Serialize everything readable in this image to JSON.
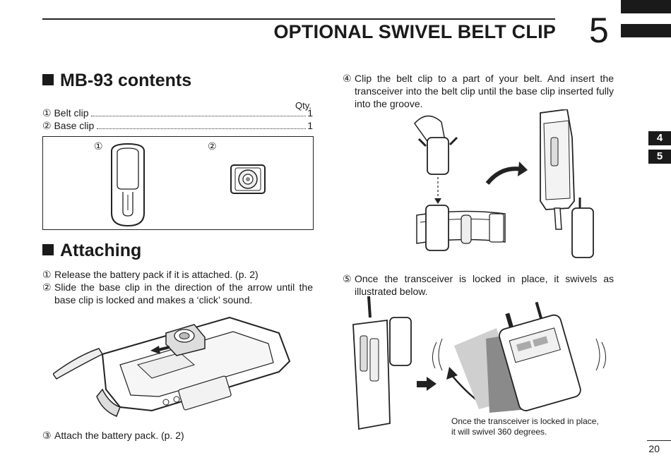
{
  "header": {
    "title": "OPTIONAL SWIVEL BELT CLIP",
    "chapter_number": "5"
  },
  "side_tabs": [
    "4",
    "5"
  ],
  "contents": {
    "heading": "MB-93 contents",
    "qty_label": "Qty.",
    "items": [
      {
        "num": "①",
        "name": "Belt clip",
        "qty": "1"
      },
      {
        "num": "②",
        "name": "Base clip",
        "qty": "1"
      }
    ],
    "figure_labels": [
      "①",
      "②"
    ]
  },
  "attaching": {
    "heading": "Attaching",
    "steps": [
      {
        "num": "①",
        "text": "Release the battery pack if it is attached. (p. 2)"
      },
      {
        "num": "②",
        "text": "Slide the base clip in the direction of the arrow until the base clip is locked and makes a ‘click’ sound."
      },
      {
        "num": "③",
        "text": "Attach the battery pack. (p. 2)"
      },
      {
        "num": "④",
        "text": "Clip the belt clip to a part of your belt. And insert the transceiver into the belt clip until the base clip inserted fully into the groove."
      },
      {
        "num": "⑤",
        "text": "Once the transceiver is locked in place, it swivels as illustrated below."
      }
    ]
  },
  "swivel_caption": {
    "line1": "Once the transceiver is locked in place,",
    "line2": "it will swivel 360 degrees."
  },
  "page_number": "20"
}
